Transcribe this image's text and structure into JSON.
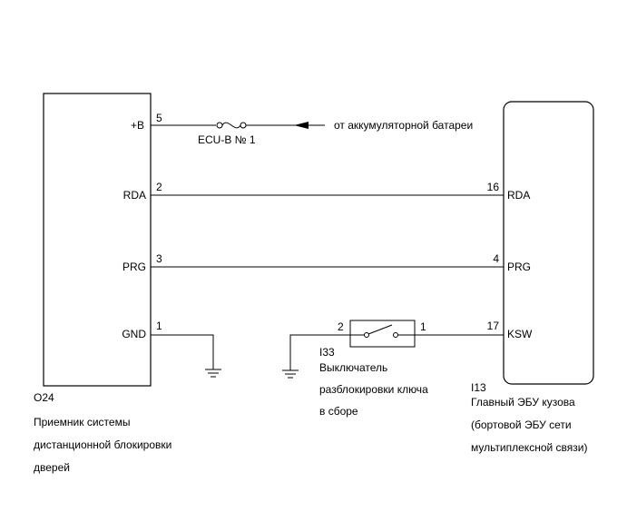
{
  "left_component": {
    "id": "O24",
    "name_lines": [
      "Приемник системы",
      "дистанционной блокировки",
      "дверей"
    ],
    "pins": [
      {
        "label": "+B",
        "num": "5"
      },
      {
        "label": "RDA",
        "num": "2"
      },
      {
        "label": "PRG",
        "num": "3"
      },
      {
        "label": "GND",
        "num": "1"
      }
    ]
  },
  "right_component": {
    "id": "I13",
    "name_lines": [
      "Главный ЭБУ кузова",
      "(бортовой ЭБУ сети",
      "мультиплексной связи)"
    ],
    "pins": [
      {
        "label": "RDA",
        "num": "16"
      },
      {
        "label": "PRG",
        "num": "4"
      },
      {
        "label": "KSW",
        "num": "17"
      }
    ]
  },
  "fuse": {
    "label": "ECU-B № 1"
  },
  "battery": {
    "label": "от аккумуляторной батареи"
  },
  "switch": {
    "id": "I33",
    "name_lines": [
      "Выключатель",
      "разблокировки ключа",
      "в сборе"
    ],
    "pin_left": "2",
    "pin_right": "1"
  }
}
